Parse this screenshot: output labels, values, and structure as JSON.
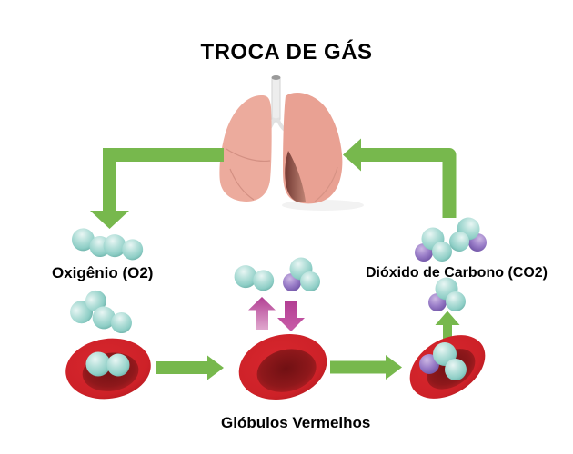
{
  "title": "TROCA DE GÁS",
  "labels": {
    "oxygen": "Oxigênio (O2)",
    "carbon_dioxide": "Dióxido de Carbono (CO2)",
    "red_blood_cells": "Glóbulos Vermelhos"
  },
  "colors": {
    "background": "#ffffff",
    "text": "#000000",
    "arrow_green": "#77b84d",
    "arrow_magenta": "#b23e93",
    "molecule_oxygen_teal": "#8ecec6",
    "molecule_carbon_purple": "#8361b4",
    "red_cell": "#cd2128",
    "red_cell_inner": "#8e181b",
    "lung_pink": "#ecab9d"
  },
  "diagram": {
    "type": "cycle",
    "cycle_nodes": [
      "lungs",
      "oxygen-molecules",
      "red-blood-cell-with-o2",
      "red-blood-cell-exchange",
      "red-blood-cell-with-co2",
      "co2-molecules",
      "lungs"
    ],
    "exchange_at_cell": [
      "o2-released-up",
      "co2-taken-down"
    ]
  }
}
